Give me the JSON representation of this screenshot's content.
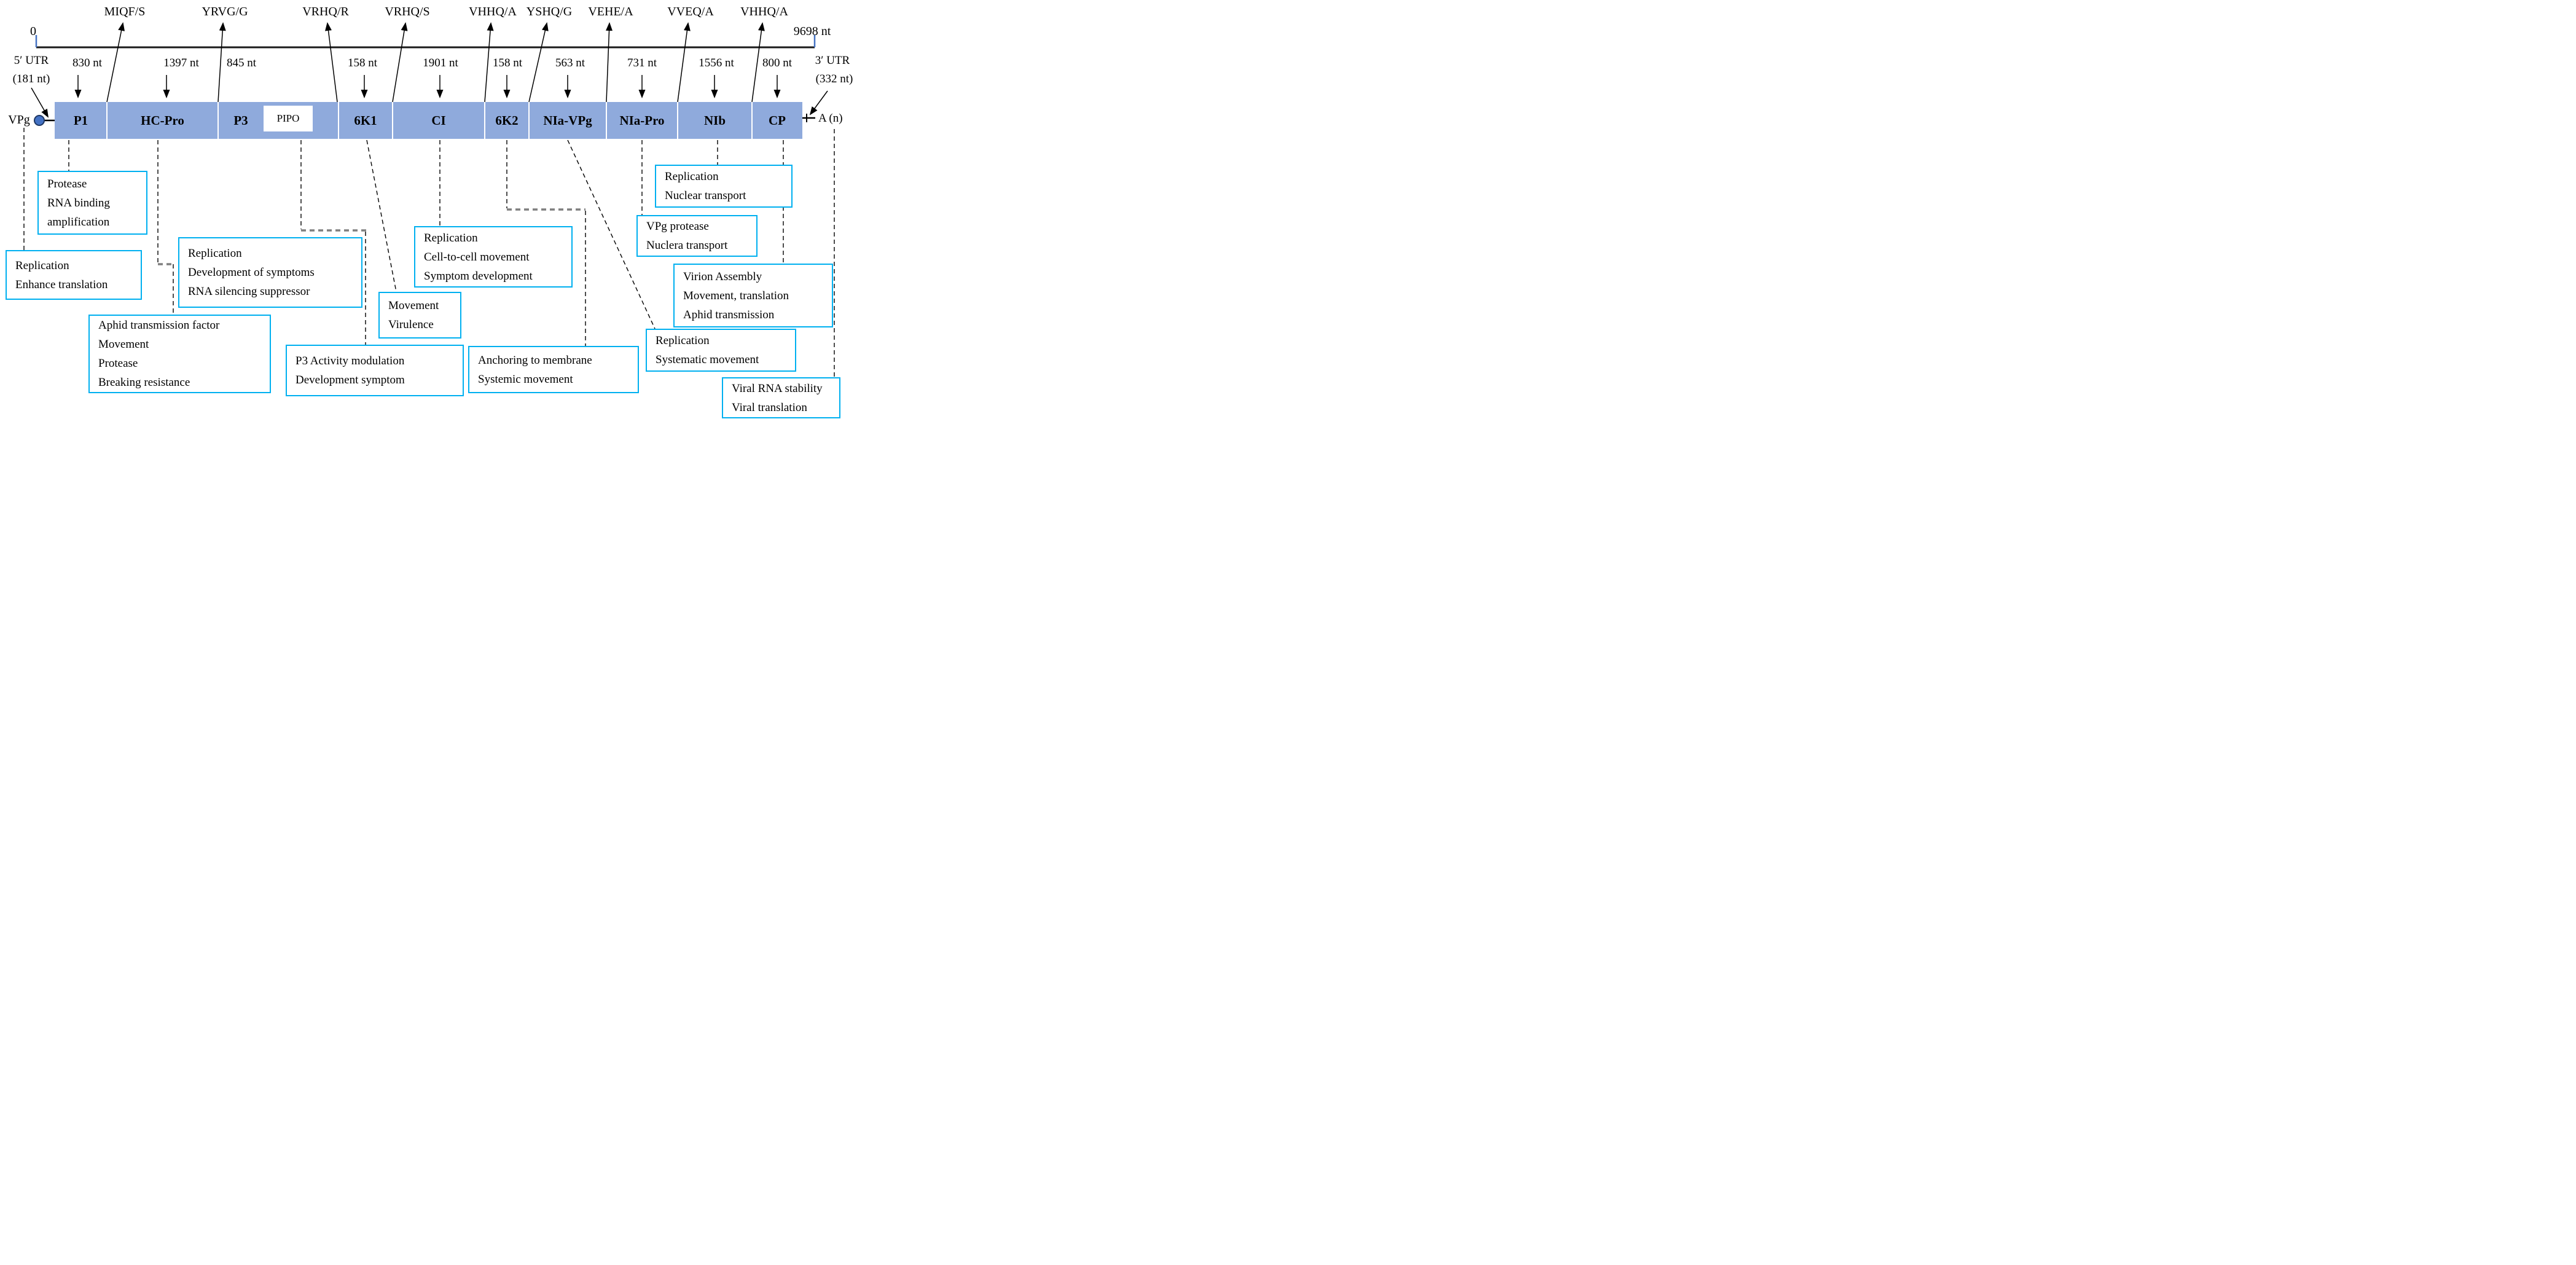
{
  "diagram": {
    "title_semantics": "Potyvirus genome organization map",
    "scale": {
      "start": "0",
      "end": "9698 nt"
    },
    "cleavage_sites": [
      {
        "label": "MIQF/S"
      },
      {
        "label": "YRVG/G"
      },
      {
        "label": "VRHQ/R"
      },
      {
        "label": "VRHQ/S"
      },
      {
        "label": "VHHQ/A"
      },
      {
        "label": "YSHQ/G"
      },
      {
        "label": "VEHE/A"
      },
      {
        "label": "VVEQ/A"
      },
      {
        "label": "VHHQ/A"
      }
    ],
    "utr5": {
      "line1": "5′ UTR",
      "line2": "(181 nt)"
    },
    "utr3": {
      "line1": "3′ UTR",
      "line2": "(332 nt)"
    },
    "vpg_label": "VPg",
    "poly_a_label": "A (n)",
    "pipo_label": "PIPO",
    "segments": [
      {
        "name": "P1",
        "size": "830 nt"
      },
      {
        "name": "HC-Pro",
        "size": "1397 nt"
      },
      {
        "name": "P3",
        "size": "845 nt"
      },
      {
        "name": "6K1",
        "size": "158 nt"
      },
      {
        "name": "CI",
        "size": "1901 nt"
      },
      {
        "name": "6K2",
        "size": "158 nt"
      },
      {
        "name": "NIa-VPg",
        "size": "563 nt"
      },
      {
        "name": "NIa-Pro",
        "size": "731 nt"
      },
      {
        "name": "NIb",
        "size": "1556 nt"
      },
      {
        "name": "CP",
        "size": "800 nt"
      }
    ],
    "function_boxes": [
      {
        "key": "vpg",
        "lines": [
          "Replication",
          "Enhance translation"
        ]
      },
      {
        "key": "p1",
        "lines": [
          "Protease",
          "RNA binding",
          "amplification"
        ]
      },
      {
        "key": "hcpro-1",
        "lines": [
          "Replication",
          "Development of symptoms",
          "RNA silencing suppressor"
        ]
      },
      {
        "key": "hcpro-2",
        "lines": [
          "Aphid transmission factor",
          "Movement",
          "Protease",
          "Breaking resistance"
        ]
      },
      {
        "key": "pipo",
        "lines": [
          "P3 Activity modulation",
          "Development symptom"
        ]
      },
      {
        "key": "6k1",
        "lines": [
          "Movement",
          "Virulence"
        ]
      },
      {
        "key": "ci",
        "lines": [
          "Replication",
          "Cell-to-cell movement",
          "Symptom development"
        ]
      },
      {
        "key": "6k2",
        "lines": [
          "Anchoring to membrane",
          "Systemic movement"
        ]
      },
      {
        "key": "nia-vpg",
        "lines": [
          "Replication",
          "Systematic movement"
        ]
      },
      {
        "key": "nia-pro",
        "lines": [
          "VPg protease",
          "Nuclera transport"
        ]
      },
      {
        "key": "nib",
        "lines": [
          "Replication",
          "Nuclear transport"
        ]
      },
      {
        "key": "cp",
        "lines": [
          "Virion Assembly",
          "Movement, translation",
          "Aphid transmission"
        ]
      },
      {
        "key": "poly-a",
        "lines": [
          "Viral RNA stability",
          "Viral translation"
        ]
      }
    ],
    "colors": {
      "bar_fill": "#8FAADC",
      "accent_blue": "#4472C4",
      "circle_border": "#1F3864",
      "box_border": "#00B0F0",
      "gray_dash": "#7F7F7F"
    }
  }
}
